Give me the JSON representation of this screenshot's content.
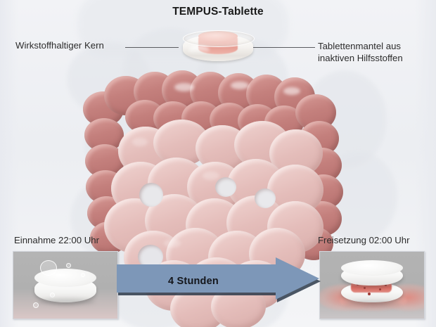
{
  "title": "TEMPUS-Tablette",
  "callouts": {
    "left_label": "Wirkstoffhaltiger Kern",
    "right_label_line1": "Tablettenmantel aus",
    "right_label_line2": "inaktiven Hilfsstoffen"
  },
  "timeline": {
    "intake_caption": "Einnahme 22:00 Uhr",
    "release_caption": "Freisetzung 02:00 Uhr",
    "duration_label": "4 Stunden"
  },
  "icons": {
    "tablet_cross_section": "tablet-icon",
    "intact_tablet_photo": "tablet-intact-icon",
    "releasing_tablet_photo": "tablet-release-icon",
    "right_arrow": "arrow-right-icon",
    "intestine": "intestine-icon"
  },
  "colors": {
    "arrow_fill": "#7d97b8",
    "arrow_shadow": "#2d3a4a",
    "core_pink": "#e79a8f",
    "colon_mauve": "#c4807d",
    "small_intestine_pink": "#e4bdba",
    "text_dark": "#2c2c2c",
    "background": "#eceef2"
  }
}
